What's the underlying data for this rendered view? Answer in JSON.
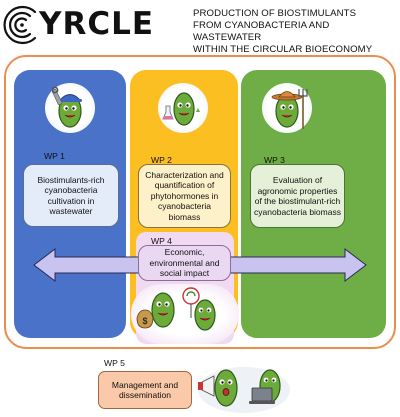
{
  "logo": {
    "word": "YRCLE",
    "icon": "spiral-c-logo"
  },
  "title": {
    "line1": "PRODUCTION OF BIOSTIMULANTS",
    "line2": "FROM CYANOBACTERIA AND WASTEWATER",
    "line3": "WITHIN THE CIRCULAR BIOECONOMY"
  },
  "work_packages": [
    {
      "label": "WP 1",
      "text": "Biostimulants-rich cyanobacteria cultivation in wastewater",
      "icon": "cyanobacteria-worker-wrench-icon",
      "color": "#4a72c9"
    },
    {
      "label": "WP 2",
      "text": "Characterization and quantification of phytohormones in cyanobacteria biomass",
      "icon": "cyanobacteria-scientist-flask-icon",
      "color": "#fcbf21"
    },
    {
      "label": "WP 3",
      "text": "Evaluation of agronomic properties of the biostimulant-rich cyanobacteria biomass",
      "icon": "cyanobacteria-farmer-fork-icon",
      "color": "#6fae46"
    },
    {
      "label": "WP 4",
      "text": "Economic, environmental and social impact",
      "icon": "cyanobacteria-money-recycle-icon",
      "color": "#f1d9f1"
    },
    {
      "label": "WP 5",
      "text": "Management and dissemination",
      "icon": "cyanobacteria-megaphone-laptop-icon",
      "color": "#f9c9a9"
    }
  ],
  "colors": {
    "frame": "#ee8c4b",
    "arrow": "#c9c3ef"
  }
}
